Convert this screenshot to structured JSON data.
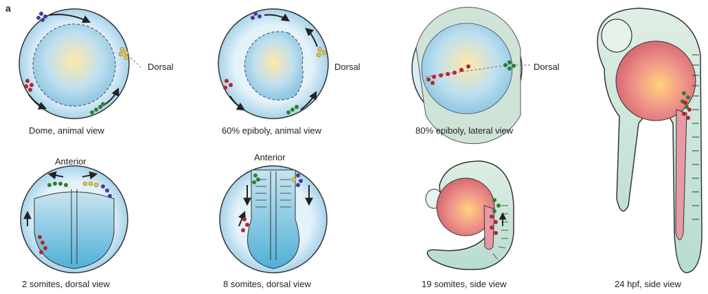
{
  "panel_letter": "a",
  "labels": {
    "dorsal": "Dorsal",
    "anterior": "Anterior"
  },
  "captions": {
    "dome": "Dome, animal view",
    "epiboly60": "60% epiboly, animal view",
    "epiboly80": "80% epiboly, lateral view",
    "hpf24": "24 hpf, side view",
    "somites2": "2 somites, dorsal view",
    "somites8": "8 somites, dorsal view",
    "somites19": "19 somites, side view"
  },
  "colors": {
    "red": "#b8232e",
    "green": "#2f7d32",
    "purple": "#4a3b8f",
    "yellow": "#e8c24a",
    "embryo_blue": "#cfe8f5",
    "yolk_center": "#ffe7a6",
    "tissue_green": "#d5ecd9",
    "head_pink": "#e57d80"
  }
}
